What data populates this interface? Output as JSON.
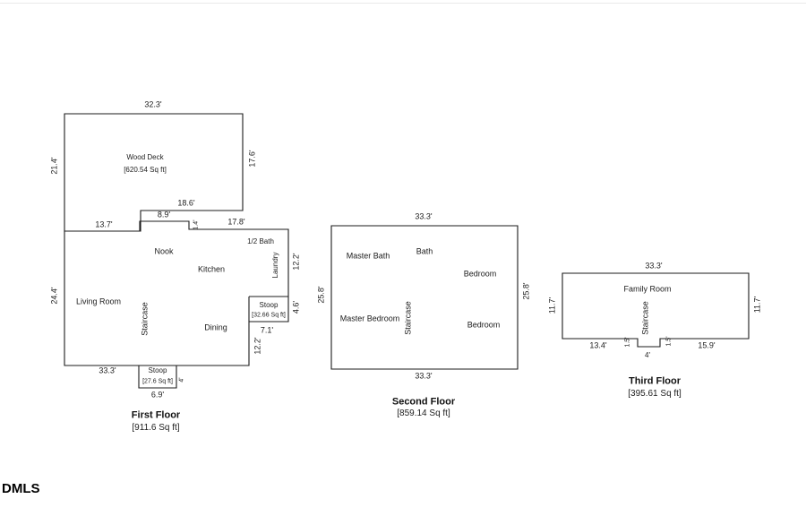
{
  "watermark": "DMLS",
  "first_floor": {
    "title": "First Floor",
    "area": "[911.6 Sq ft]",
    "deck": {
      "name": "Wood Deck",
      "area": "[620.54 Sq ft]"
    },
    "rooms": {
      "nook": "Nook",
      "kitchen": "Kitchen",
      "living_room": "Living Room",
      "dining": "Dining",
      "half_bath": "1/2 Bath",
      "laundry": "Laundry",
      "staircase": "Staircase"
    },
    "stoop_right": {
      "name": "Stoop",
      "area": "[32.66 Sq ft]"
    },
    "stoop_bottom": {
      "name": "Stoop",
      "area": "[27.6 Sq ft]"
    },
    "dims": {
      "deck_top": "32.3'",
      "deck_left": "21.4'",
      "deck_right": "17.6'",
      "deck_bottom": "18.6'",
      "top_left": "13.7'",
      "top_mid": "8.9'",
      "top_step": "1.4'",
      "top_right": "17.8'",
      "left_side": "24.4'",
      "right_upper": "12.2'",
      "stoop_right_height": "4.6'",
      "stoop_right_width": "7.1'",
      "right_lower": "12.2'",
      "bottom": "33.3'",
      "stoop_bottom_height": "4'",
      "stoop_bottom_width": "6.9'"
    }
  },
  "second_floor": {
    "title": "Second Floor",
    "area": "[859.14 Sq ft]",
    "rooms": {
      "master_bath": "Master Bath",
      "bath": "Bath",
      "bedroom_upper": "Bedroom",
      "master_bedroom": "Master Bedroom",
      "staircase": "Staircase",
      "bedroom_lower": "Bedroom"
    },
    "dims": {
      "top": "33.3'",
      "left_side": "25.8'",
      "right_side": "25.8'",
      "bottom": "33.3'"
    }
  },
  "third_floor": {
    "title": "Third Floor",
    "area": "[395.61 Sq ft]",
    "rooms": {
      "family_room": "Family Room",
      "staircase": "Staircase"
    },
    "dims": {
      "top": "33.3'",
      "left_side": "11.7'",
      "right_side": "11.7'",
      "bottom_left": "13.4'",
      "notch_left": "1.5'",
      "notch_bottom": "4'",
      "notch_right": "1.5'",
      "bottom_right": "15.9'"
    }
  }
}
